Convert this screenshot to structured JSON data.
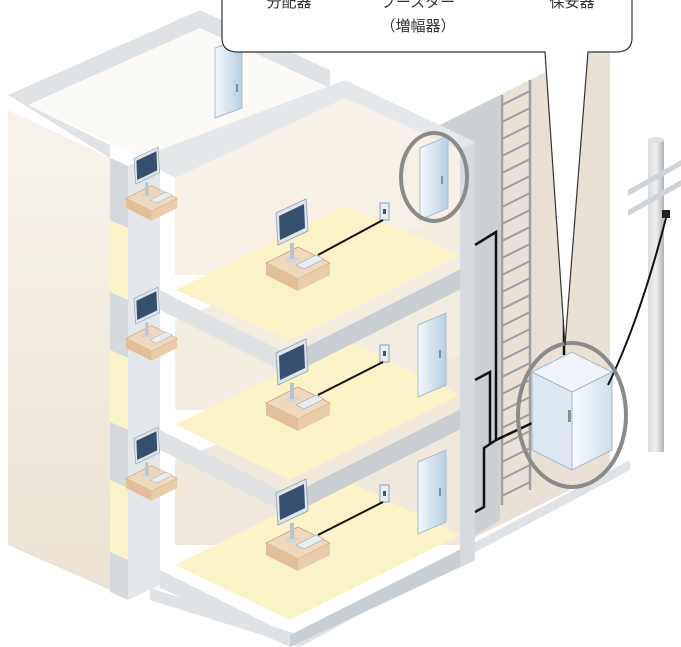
{
  "callout": {
    "labels": [
      {
        "line1": "分配器",
        "line2": ""
      },
      {
        "line1": "ブースター",
        "line2": "（増幅器）"
      },
      {
        "line1": "保安器",
        "line2": ""
      }
    ]
  },
  "colors": {
    "floor": "#fbf3c8",
    "floor_edge": "#e6d9a0",
    "slab_top": "#e8ebee",
    "slab_front": "#d2d7dc",
    "wall_light": "#f4efe8",
    "wall_beige": "#ece3d6",
    "shaft_gray": "#c9cdd1",
    "ladder": "#9aa0a6",
    "cable": "#111111",
    "desk_top": "#f0d8bc",
    "desk_side": "#e2bf98",
    "monitor_screen": "#35506f",
    "monitor_frame": "#dfe4ea",
    "device_body": "#dbe7f1",
    "highlight_circle": "#8a8a8a",
    "pole": "#c4c8cc"
  },
  "icons": [
    "distributor-device-icon",
    "booster-device-icon",
    "protector-box-icon",
    "computer-monitor-icon",
    "wall-outlet-icon",
    "utility-pole-icon"
  ]
}
